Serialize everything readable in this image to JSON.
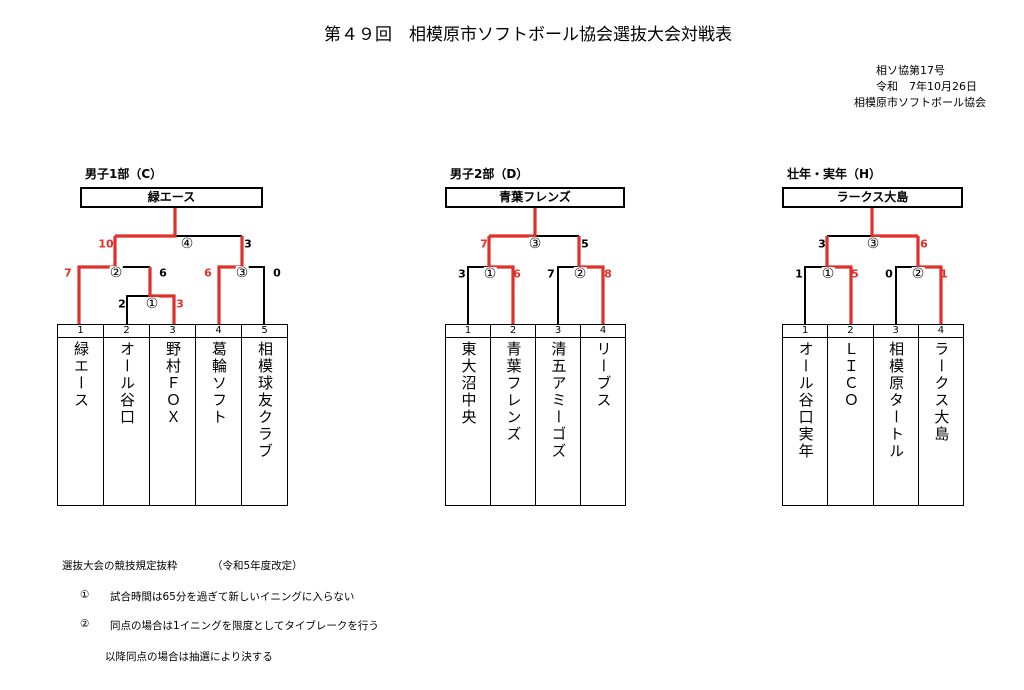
{
  "header": {
    "title": "第４９回　相模原市ソフトボール協会選抜大会対戦表",
    "doc_number": "相ソ協第17号",
    "date": "令和　7年10月26日",
    "issuer": "相模原市ソフトボール協会"
  },
  "colors": {
    "winner": "#e0302a",
    "line": "#000000"
  },
  "brackets": [
    {
      "title": "男子1部（C）",
      "champion": "緑エース",
      "teams": [
        {
          "no": "1",
          "name": "緑エース"
        },
        {
          "no": "2",
          "name": "オール谷口"
        },
        {
          "no": "3",
          "name": "野村ＦＯＸ"
        },
        {
          "no": "4",
          "name": "葛輪ソフト"
        },
        {
          "no": "5",
          "name": "相模球友クラブ"
        }
      ],
      "matches": [
        "①",
        "②",
        "③",
        "④"
      ],
      "scores": [
        {
          "value": "10",
          "winner": true
        },
        {
          "value": "3",
          "winner": false
        },
        {
          "value": "7",
          "winner": true
        },
        {
          "value": "6",
          "winner": false
        },
        {
          "value": "6",
          "winner": true
        },
        {
          "value": "0",
          "winner": false
        },
        {
          "value": "2",
          "winner": false
        },
        {
          "value": "3",
          "winner": true
        }
      ]
    },
    {
      "title": "男子2部（D）",
      "champion": "青葉フレンズ",
      "teams": [
        {
          "no": "1",
          "name": "東大沼中央"
        },
        {
          "no": "2",
          "name": "青葉フレンズ"
        },
        {
          "no": "3",
          "name": "清五アミーゴズ"
        },
        {
          "no": "4",
          "name": "リーブス"
        }
      ],
      "matches": [
        "①",
        "②",
        "③"
      ],
      "scores": [
        {
          "value": "7",
          "winner": true
        },
        {
          "value": "5",
          "winner": false
        },
        {
          "value": "3",
          "winner": false
        },
        {
          "value": "6",
          "winner": true
        },
        {
          "value": "7",
          "winner": false
        },
        {
          "value": "8",
          "winner": true
        }
      ]
    },
    {
      "title": "壮年・実年（H）",
      "champion": "ラークス大島",
      "teams": [
        {
          "no": "1",
          "name": "オール谷口実年"
        },
        {
          "no": "2",
          "name": "ＬＩＣＯ"
        },
        {
          "no": "3",
          "name": "相模原タートル"
        },
        {
          "no": "4",
          "name": "ラークス大島"
        }
      ],
      "matches": [
        "①",
        "②",
        "③"
      ],
      "scores": [
        {
          "value": "3",
          "winner": false
        },
        {
          "value": "6",
          "winner": true
        },
        {
          "value": "1",
          "winner": false
        },
        {
          "value": "5",
          "winner": true
        },
        {
          "value": "0",
          "winner": false
        },
        {
          "value": "1",
          "winner": true
        }
      ]
    }
  ],
  "rules": {
    "heading": "選抜大会の競技規定抜粋",
    "revision": "（令和5年度改定）",
    "items": [
      {
        "mark": "①",
        "text": "試合時間は65分を過ぎて新しいイニングに入らない"
      },
      {
        "mark": "②",
        "text": "同点の場合は1イニングを限度としてタイブレークを行う"
      }
    ],
    "note": "以降同点の場合は抽選により決する"
  }
}
